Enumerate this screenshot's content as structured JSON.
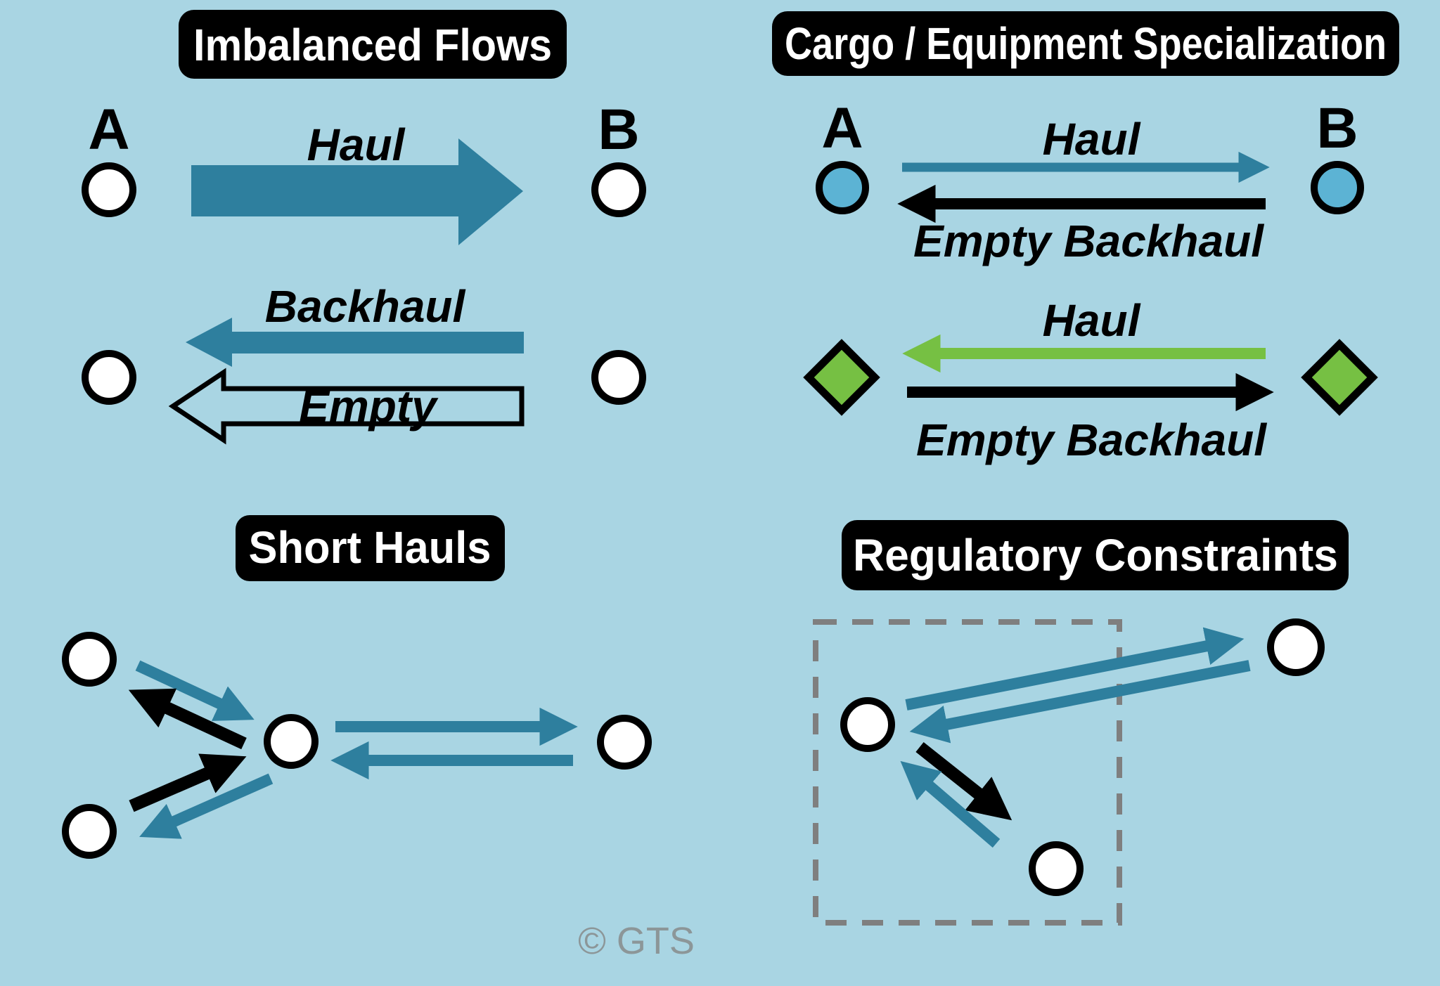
{
  "colors": {
    "background": "#A9D5E3",
    "teal_arrow": "#2E7F9E",
    "black_arrow": "#000000",
    "green_arrow": "#76C043",
    "node_fill_white": "#FFFFFF",
    "node_fill_blue": "#5CB3D4",
    "diamond_green": "#76C043",
    "dashed_border_grey": "#7F7F7F",
    "watermark_grey": "#8C9698",
    "title_bar_bg": "#000000",
    "title_text": "#FFFFFF"
  },
  "panels": {
    "imbalanced_flows": {
      "title": "Imbalanced Flows",
      "node_a": "A",
      "node_b": "B",
      "arrows": {
        "haul": "Haul",
        "backhaul": "Backhaul",
        "empty": "Empty"
      }
    },
    "cargo_equipment_specialization": {
      "title": "Cargo / Equipment Specialization",
      "node_a": "A",
      "node_b": "B",
      "circle_pair": {
        "haul": "Haul",
        "empty_backhaul": "Empty Backhaul"
      },
      "diamond_pair": {
        "haul": "Haul",
        "empty_backhaul": "Empty Backhaul"
      }
    },
    "short_hauls": {
      "title": "Short Hauls"
    },
    "regulatory_constraints": {
      "title": "Regulatory Constraints"
    }
  },
  "watermark": "© GTS"
}
